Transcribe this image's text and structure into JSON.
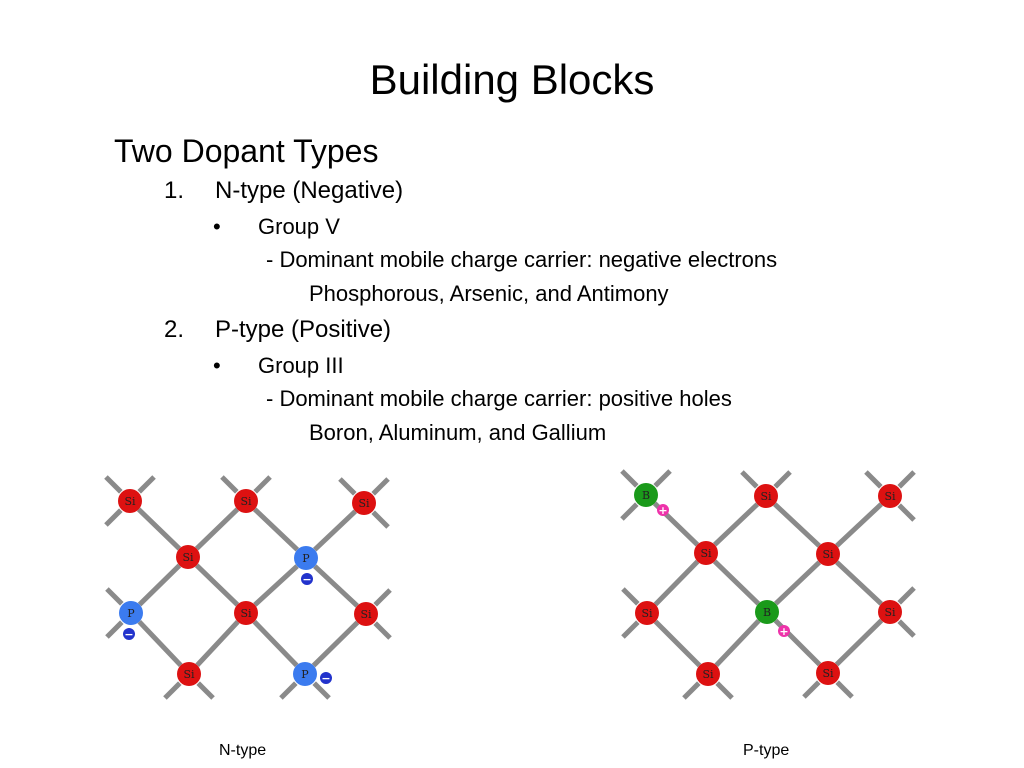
{
  "slide": {
    "title": "Building Blocks",
    "heading": "Two Dopant  Types",
    "items": [
      {
        "number": "1.",
        "label": "N-type (Negative)",
        "bullet": "•",
        "group": "Group V",
        "carrier": "- Dominant mobile charge carrier: negative electrons",
        "elements": "Phosphorous, Arsenic, and Antimony"
      },
      {
        "number": "2.",
        "label": "P-type (Positive)",
        "bullet": "•",
        "group": "Group III",
        "carrier": "- Dominant mobile charge carrier: positive holes",
        "elements": "Boron, Aluminum, and Gallium"
      }
    ]
  },
  "diagrams": {
    "colors": {
      "bond": "#8a8a8a",
      "silicon": "#dd1111",
      "phosphorus": "#3b7bef",
      "boron": "#1a9a1a",
      "electron": "#2233cc",
      "hole": "#ee33aa"
    },
    "n_type": {
      "caption": "N-type",
      "atoms": [
        {
          "label": "Si",
          "kind": "si"
        },
        {
          "label": "Si",
          "kind": "si"
        },
        {
          "label": "Si",
          "kind": "si"
        },
        {
          "label": "Si",
          "kind": "si"
        },
        {
          "label": "P",
          "kind": "p"
        },
        {
          "label": "P",
          "kind": "p"
        },
        {
          "label": "Si",
          "kind": "si"
        },
        {
          "label": "Si",
          "kind": "si"
        },
        {
          "label": "Si",
          "kind": "si"
        },
        {
          "label": "P",
          "kind": "p"
        }
      ],
      "electron_symbol": "−"
    },
    "p_type": {
      "caption": "P-type",
      "atoms": [
        {
          "label": "B",
          "kind": "b"
        },
        {
          "label": "Si",
          "kind": "si"
        },
        {
          "label": "Si",
          "kind": "si"
        },
        {
          "label": "Si",
          "kind": "si"
        },
        {
          "label": "Si",
          "kind": "si"
        },
        {
          "label": "Si",
          "kind": "si"
        },
        {
          "label": "B",
          "kind": "b"
        },
        {
          "label": "Si",
          "kind": "si"
        },
        {
          "label": "Si",
          "kind": "si"
        },
        {
          "label": "Si",
          "kind": "si"
        }
      ],
      "hole_symbol": "+"
    }
  }
}
